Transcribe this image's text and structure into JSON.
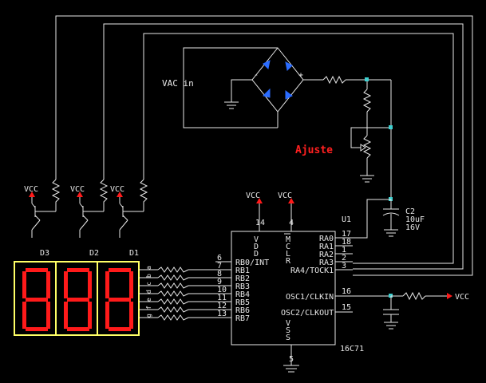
{
  "labels": {
    "vac_in": "VAC in",
    "ajuste": "Ajuste",
    "u1": "U1",
    "part": "16C71",
    "c2_name": "C2",
    "c2_value": "10uF",
    "c2_voltage": "16V",
    "vcc": "VCC",
    "vcc_right": "VCC",
    "vdd": "VDD",
    "mclr": "MCLR",
    "vss": "VSS",
    "d1": "D1",
    "d2": "D2",
    "d3": "D3",
    "bridge_minus": "-",
    "bridge_plus": "+"
  },
  "pins_left": [
    {
      "num": "6",
      "name": "RB0/INT"
    },
    {
      "num": "7",
      "name": "RB1"
    },
    {
      "num": "8",
      "name": "RB2"
    },
    {
      "num": "9",
      "name": "RB3"
    },
    {
      "num": "10",
      "name": "RB4"
    },
    {
      "num": "11",
      "name": "RB5"
    },
    {
      "num": "12",
      "name": "RB6"
    },
    {
      "num": "13",
      "name": "RB7"
    }
  ],
  "pins_right": [
    {
      "num": "17",
      "name": "RA0"
    },
    {
      "num": "18",
      "name": "RA1"
    },
    {
      "num": "1",
      "name": "RA2"
    },
    {
      "num": "2",
      "name": "RA3"
    },
    {
      "num": "3",
      "name": "RA4/TOCK1"
    }
  ],
  "osc_pins": [
    {
      "num": "16",
      "name": "OSC1/CLKIN"
    },
    {
      "num": "15",
      "name": "OSC2/CLKOUT"
    }
  ],
  "power_pins": {
    "vdd": "14",
    "mclr": "4",
    "vss": "5"
  },
  "segment_letters": [
    "a",
    "b",
    "c",
    "d",
    "e",
    "f",
    "g"
  ],
  "colors": {
    "wire": "#e8e8e8",
    "node": "#3fd0d0",
    "accent": "#ff2020",
    "diode": "#2b6cff",
    "display_frame": "#ffff66"
  }
}
